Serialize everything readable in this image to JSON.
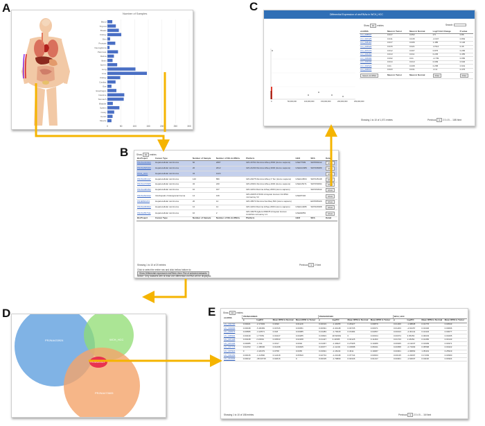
{
  "labels": {
    "a": "A",
    "b": "B",
    "c": "C",
    "d": "D",
    "e": "E"
  },
  "colors": {
    "accent": "#f5b400",
    "bar": "#4a6fc4",
    "header_blue": "#2f6fb6",
    "row_highlight": "#c4d0ec",
    "venn_blue": "#6aa6e0",
    "venn_green": "#8fdc72",
    "venn_orange": "#f4a46a",
    "venn_red": "#e8244a"
  },
  "panel_a": {
    "chart_data": {
      "type": "bar",
      "title": "Number of Samples",
      "categories": [
        "Blood",
        "Thyroid",
        "Breast",
        "Kidney",
        "Skin",
        "Prostate",
        "Neuroglioma",
        "Pancreas",
        "Retina",
        "Brain",
        "Sperm",
        "Lung",
        "Liver",
        "Kidney",
        "Cardiac",
        "Eye",
        "Esophagus",
        "Intestine",
        "Stomach",
        "Bladder",
        "Spleen",
        "Ovary",
        "Cervix",
        "Muscle"
      ],
      "values": [
        18,
        31,
        42,
        51,
        10,
        29,
        8,
        39,
        24,
        19,
        36,
        103,
        145,
        47,
        30,
        15,
        33,
        62,
        60,
        20,
        44,
        25,
        19,
        15
      ],
      "xlim": [
        0,
        300
      ],
      "xticks": [
        0,
        50,
        100,
        150,
        200,
        250,
        300
      ]
    }
  },
  "panel_b": {
    "show_label": "Show",
    "show_value": "10",
    "entries_label": "entries",
    "columns": [
      "BioProject",
      "Cancer Type",
      "Number of Sample",
      "Number of DE circRNAs",
      "Platform",
      "GEO",
      "SRA",
      "Detail"
    ],
    "rows": [
      [
        "PRJNA433924",
        "Hepatocellular carcinoma",
        "60",
        "2087",
        "GPL16791 Illumina HiSeq 2500 (Homo sapiens)",
        "GSE77509",
        "SRP069212",
        ""
      ],
      [
        "PRJNA505323",
        "Hepatocellular carcinoma",
        "20",
        "2012",
        "GPL21290 Illumina HiSeq 3000 (Homo sapiens)",
        "GSE122489",
        "SRP168489",
        ""
      ],
      [
        "WCH_HCC",
        "Hepatocellular carcinoma",
        "34",
        "1224",
        "",
        "",
        "",
        ""
      ],
      [
        "PRJNA451417",
        "Hepatocellular carcinoma",
        "140",
        "896",
        "GPL20275 Illumina HiSeq X Ten (Homo sapiens)",
        "GSE114564",
        "SRP145148",
        ""
      ],
      [
        "PRJNA470605",
        "Hepatocellular carcinoma",
        "32",
        "240",
        "GPL20301 Illumina HiSeq 4000 (Homo sapiens)",
        "GSE115271",
        "SRP150094",
        ""
      ],
      [
        "PRJNA480394",
        "Hepatocellular carcinoma",
        "10",
        "167",
        "GPL11154 Illumina HiSeq 2000 (Homo sapiens)",
        "",
        "SRP153912",
        ""
      ],
      [
        "PRJNA523012",
        "Intrahepatic cholangiocarcinoma",
        "14",
        "136",
        "GPL21825 074301 Arraystar Human CircRNA microarray V2",
        "GSE97332",
        "",
        ""
      ],
      [
        "PRJEB30233",
        "Hepatocellular carcinoma",
        "20",
        "14",
        "GPL18573 Illumina NextSeq 500 (Homo sapiens)",
        "",
        "ERP095329",
        ""
      ],
      [
        "PRJNA453814",
        "Hepatocellular carcinoma",
        "12",
        "14",
        "GPL11154 Illumina HiSeq 2000 (Homo sapiens)",
        "GSE114486",
        "SRP229308",
        ""
      ],
      [
        "PRJNA557611",
        "Hepatocellular carcinoma",
        "10",
        "2",
        "GPL19978 Agilent-069978 Arraystar Human CircRNA microarray V1",
        "GSE94853",
        "",
        ""
      ]
    ],
    "detail_label": "show",
    "info": "Showing 1 to 10 of 20 entries",
    "pager": {
      "prev": "Previous",
      "p1": "1",
      "p2": "2",
      "next": "Next"
    },
    "hint1": "Click to select the entire row and click bellow bottom to:",
    "venn_button": "Show Differential expressed circRNAs Venn Plot of selected datasets",
    "hint2": "Notice: Only datasets with at least one differential circRNA will be displayed."
  },
  "panel_c": {
    "title": "Differential Expression of circRNAs in WCH_HCC",
    "show_label": "Show",
    "show_value": "10",
    "entries_label": "entries",
    "search_label": "Search:",
    "columns": [
      "circRNA",
      "Mean in Tumor",
      "Mean in Normal",
      "Log2 Fold Change",
      "P-value"
    ],
    "rows": [
      [
        "LIU_008537",
        "0.017",
        "0.052",
        "2.5",
        "0.86"
      ],
      [
        "LIU_020125",
        "0.041",
        "0.045",
        "-0.047",
        "0.863"
      ],
      [
        "LIU_008118",
        "0.017",
        "0.006",
        "1.485",
        "0.146"
      ],
      [
        "LIU_006526",
        "0.015",
        "0.021",
        "-0.514",
        "0.45"
      ],
      [
        "LIU_007270",
        "0.012",
        "0.007",
        "0.875",
        "0.265"
      ],
      [
        "LIU_006463",
        "0.013",
        "0.011",
        "0.235",
        "0.455"
      ],
      [
        "LIU_006990",
        "0.002",
        "0.01",
        "-2.709",
        "0.056"
      ],
      [
        "LIU_006606",
        "0.014",
        "0.013",
        "0.009",
        "0.646"
      ],
      [
        "LIU_002529",
        "0.01",
        "0.008",
        "0.258",
        "0.619"
      ],
      [
        "LIU_006537",
        "0.023",
        "0.031",
        "-0.11",
        "0.375"
      ]
    ],
    "select_label": "Select circRNA",
    "filter_label": "Filter",
    "info": "Showing 1 to 10 of 1,071 entries",
    "pager": {
      "prev": "Previous",
      "p1": "1",
      "p2": "2",
      "p3": "3",
      "p4": "4",
      "p5": "5",
      "ellipsis": "...",
      "last": "108",
      "next": "Next"
    },
    "x_ticks": [
      "0",
      "50,000,000",
      "100,000,000",
      "150,000,000",
      "200,000,000",
      "250,000,000"
    ]
  },
  "panel_d": {
    "label_left": "PRJNA433924",
    "label_right": "WCH_HCC",
    "label_center": "PRJNA505323",
    "label_bottom": "PRJNA470605"
  },
  "panel_e": {
    "show_label": "Show",
    "show_value": "10",
    "entries_label": "entries",
    "groups": [
      "PRJNA433924",
      "PRJNA505323",
      "WCH_HCC"
    ],
    "sub_columns": [
      "p",
      "log2FC",
      "Mean RPM in Normal",
      "Mean RPM in Tumor"
    ],
    "first_col": "circRNA",
    "rows": [
      [
        "LIU_002730",
        "0.00021",
        "-2.17093",
        "0.0490",
        "0.01129",
        "0.00193",
        "-1.44355",
        "0.29327",
        "0.09879",
        "0.01306",
        "-1.98838",
        "0.01776",
        "0.00543"
      ],
      [
        "LIU_003066",
        "0.00048",
        "-5.48483",
        "0.00726",
        "0.00051",
        "0.00391",
        "-3.40148",
        "0.03735",
        "0.00371",
        "0.01203",
        "-4.63157",
        "0.01346",
        "0.00066"
      ],
      [
        "LIU_003573",
        "0.00586",
        "-4.24571",
        "0.018",
        "0.00085",
        "0.04483",
        "-1.73918",
        "0.15484",
        "0.04657",
        "0.00013",
        "-4.30141",
        "0.01323",
        "0.00077"
      ],
      [
        "LIU_005994",
        "0.00449",
        "1.77053",
        "0.00447",
        "0.00285",
        "0.03823",
        "28.60963",
        "0",
        "0.00334",
        "0.00074",
        "3.65453",
        "0.00033",
        "0.00295"
      ],
      [
        "LIU_007138",
        "0.00248",
        "2.24991",
        "0.00533",
        "0.02268",
        "0.01427",
        "3.41585",
        "0.02125",
        "0.11460",
        "0.01723",
        "1.18452",
        "0.01356",
        "0.03143"
      ],
      [
        "LIU_007205",
        "0.00085",
        "-1.721",
        "0.0317",
        "0.0094",
        "0.01367",
        "-1.40927",
        "0.27905",
        "0.10486",
        "0.00025",
        "-2.13237",
        "0.01909",
        "0.00371"
      ],
      [
        "LIU_007778",
        "0.02153",
        "-1.08036",
        "0.01298",
        "0.00495",
        "0.00977",
        "-1.11232",
        "0.18088",
        "0.08191",
        "0.00058",
        "-2.71993",
        "0.05568",
        "0.00422"
      ],
      [
        "LIU_007916",
        "0",
        "-3.20479",
        "0.0758",
        "0.0065",
        "0.03091",
        "-1.18134",
        "0.4611",
        "0.19087",
        "0.00001",
        "-1.96863",
        "1.35419",
        "0.25919"
      ],
      [
        "LIU_009159",
        "0.00015",
        "-1.41582",
        "0.12418",
        "0.05520",
        "0.02734",
        "-1.21348",
        "0.07744",
        "0.03003",
        "0.00135",
        "-1.22097",
        "0.17293",
        "0.03990"
      ],
      [
        "LIU_010006",
        "0.00012",
        "-38.33715",
        "0.02616",
        "0",
        "0.00195",
        "-1.70809",
        "0.02346",
        "0.01447",
        "0.00001",
        "-1.62637",
        "0.01196",
        "0.00324"
      ]
    ],
    "info": "Showing 1 to 10 of 158 entries",
    "pager": {
      "prev": "Previous",
      "p1": "1",
      "p2": "2",
      "p3": "3",
      "p4": "4",
      "p5": "5",
      "ellipsis": "...",
      "last": "16",
      "next": "Next"
    }
  }
}
